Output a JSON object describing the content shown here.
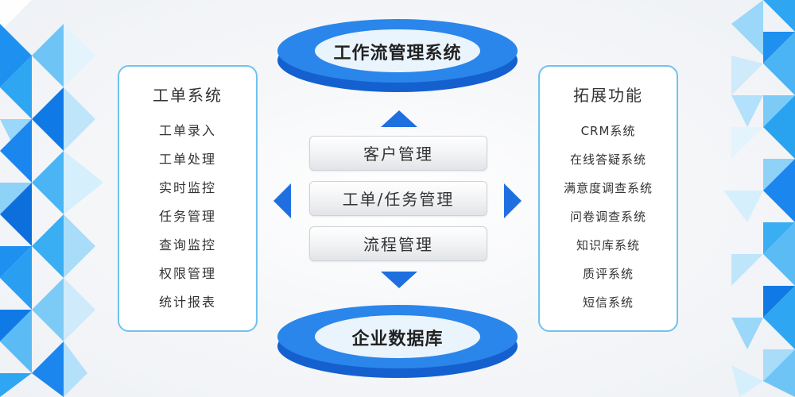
{
  "top_node": {
    "label": "工作流管理系统"
  },
  "bottom_node": {
    "label": "企业数据库"
  },
  "left_panel": {
    "title": "工单系统",
    "items": [
      "工单录入",
      "工单处理",
      "实时监控",
      "任务管理",
      "查询监控",
      "权限管理",
      "统计报表"
    ]
  },
  "right_panel": {
    "title": "拓展功能",
    "items": [
      "CRM系统",
      "在线答疑系统",
      "满意度调查系统",
      "问卷调查系统",
      "知识库系统",
      "质评系统",
      "短信系统"
    ]
  },
  "center_items": [
    "客户管理",
    "工单/任务管理",
    "流程管理"
  ],
  "colors": {
    "accent_blue": "#1f6fe0",
    "disc_blue": "#2a86ea",
    "panel_border": "#6ec3f0",
    "triangle_blue": "#29a3f0"
  }
}
